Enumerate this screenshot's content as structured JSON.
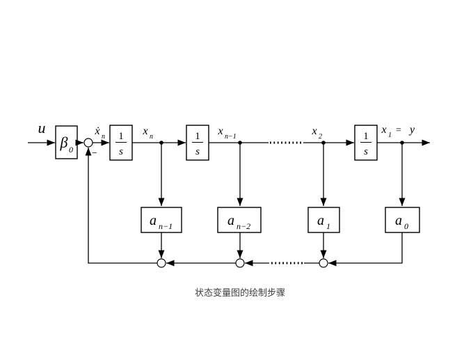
{
  "caption": "状态变量图的绘制步骤",
  "colors": {
    "line": "#000000",
    "background": "#ffffff",
    "caption": "#404040"
  },
  "signals": {
    "input": "u",
    "xdot": {
      "base": "ẋ",
      "sub": "n"
    },
    "xn": {
      "base": "x",
      "sub": "n"
    },
    "xn1": {
      "base": "x",
      "sub": "n−1"
    },
    "x2": {
      "base": "x",
      "sub": "2"
    },
    "output": {
      "base": "x",
      "sub": "1",
      "eq": "=",
      "y": "y"
    }
  },
  "blocks": {
    "beta0": {
      "base": "β",
      "sub": "0"
    },
    "integrator": {
      "num": "1",
      "den": "s"
    },
    "an1": {
      "base": "a",
      "sub": "n−1"
    },
    "an2": {
      "base": "a",
      "sub": "n−2"
    },
    "a1": {
      "base": "a",
      "sub": "1"
    },
    "a0": {
      "base": "a",
      "sub": "0"
    }
  },
  "junctions": {
    "minus": "−"
  }
}
